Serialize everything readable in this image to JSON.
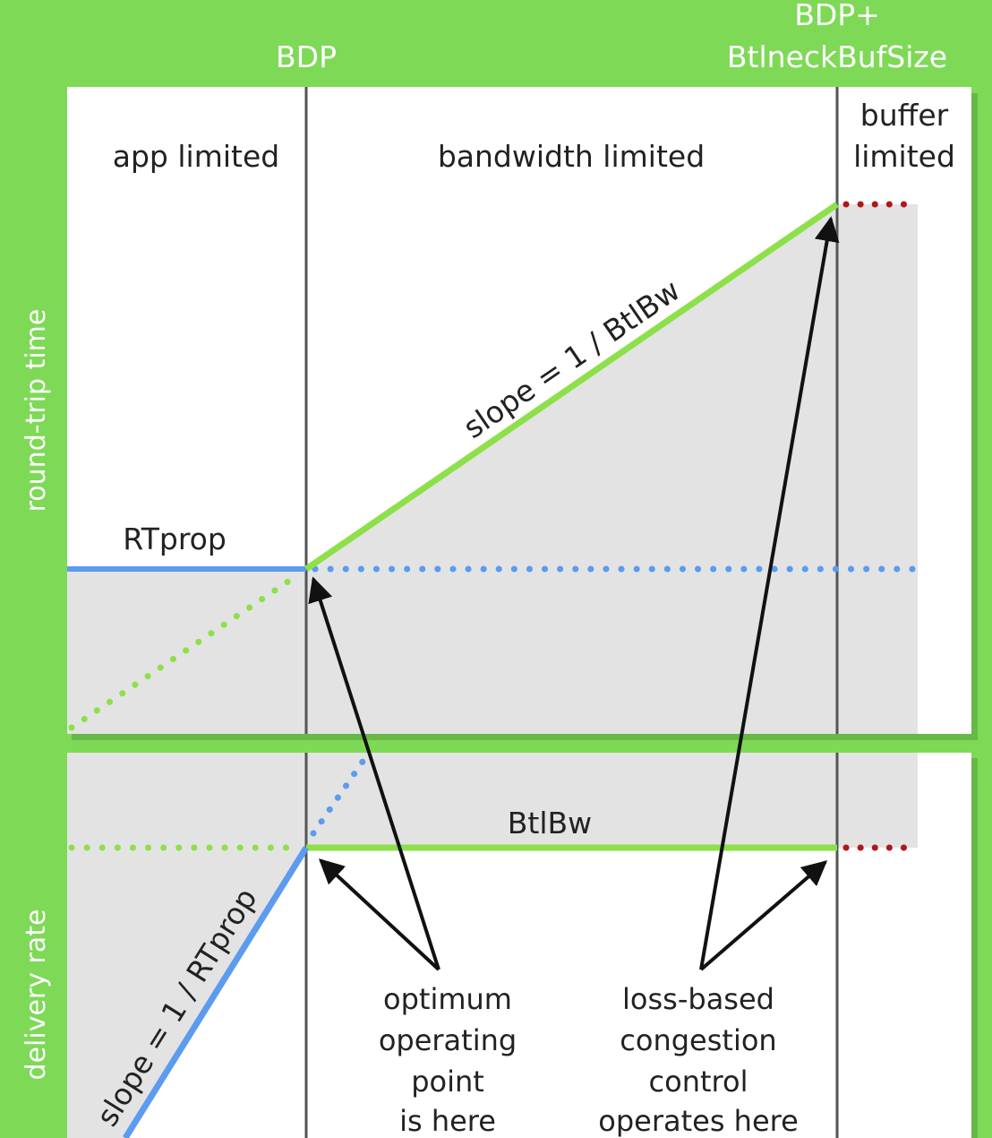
{
  "top_labels": {
    "bdp": "BDP",
    "bdp_plus_line1": "BDP+",
    "bdp_plus_line2": "BtlneckBufSize"
  },
  "region_labels": {
    "app_limited": "app limited",
    "bandwidth_limited": "bandwidth limited",
    "buffer_limited_line1": "buffer",
    "buffer_limited_line2": "limited"
  },
  "axis_labels": {
    "top_panel": "round-trip time",
    "bottom_panel": "delivery rate"
  },
  "curve_labels": {
    "rtprop": "RTprop",
    "slope_btlbw": "slope = 1 / BtlBw",
    "btlbw": "BtlBw",
    "slope_rtprop": "slope = 1 / RTprop"
  },
  "annotations": {
    "optimum": [
      "optimum",
      "operating",
      "point",
      "is here"
    ],
    "loss_based": [
      "loss-based",
      "congestion",
      "control",
      "operates here"
    ]
  },
  "colors": {
    "background": "#7ed957",
    "panel": "#ffffff",
    "shade": "#e3e3e3",
    "green_line": "#8ee04a",
    "blue_line": "#5b9bf0",
    "red_dots": "#b01818",
    "divider": "#555555",
    "arrow": "#111111"
  }
}
